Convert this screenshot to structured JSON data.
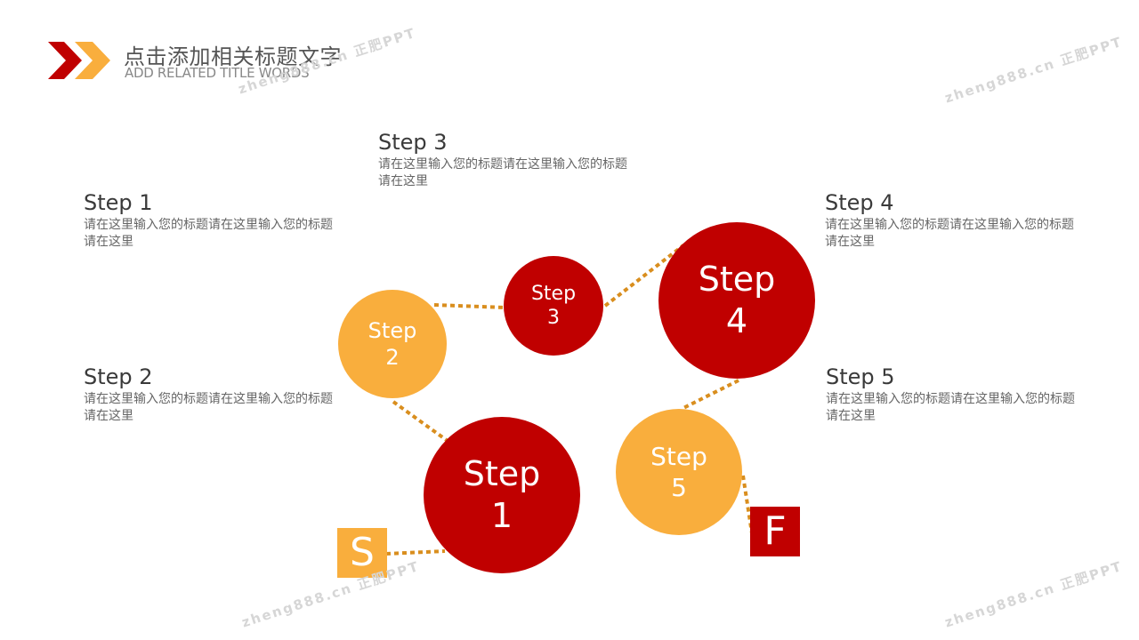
{
  "header": {
    "title": "点击添加相关标题文字",
    "subtitle": "ADD RELATED TITLE WORDS"
  },
  "steps_text": [
    {
      "heading": "Step 1",
      "desc": "请在这里输入您的标题请在这里输入您的标题请在这里"
    },
    {
      "heading": "Step 2",
      "desc": "请在这里输入您的标题请在这里输入您的标题请在这里"
    },
    {
      "heading": "Step 3",
      "desc": "请在这里输入您的标题请在这里输入您的标题请在这里"
    },
    {
      "heading": "Step 4",
      "desc": "请在这里输入您的标题请在这里输入您的标题请在这里"
    },
    {
      "heading": "Step 5",
      "desc": "请在这里输入您的标题请在这里输入您的标题请在这里"
    }
  ],
  "circles": [
    {
      "label": "Step",
      "number": "1"
    },
    {
      "label": "Step",
      "number": "2"
    },
    {
      "label": "Step",
      "number": "3"
    },
    {
      "label": "Step",
      "number": "4"
    },
    {
      "label": "Step",
      "number": "5"
    }
  ],
  "start_marker": "S",
  "finish_marker": "F",
  "watermark": "zheng888.cn 正肥PPT",
  "colors": {
    "red": "#c00000",
    "orange": "#f9ae3d",
    "connector": "#d98e1e"
  }
}
